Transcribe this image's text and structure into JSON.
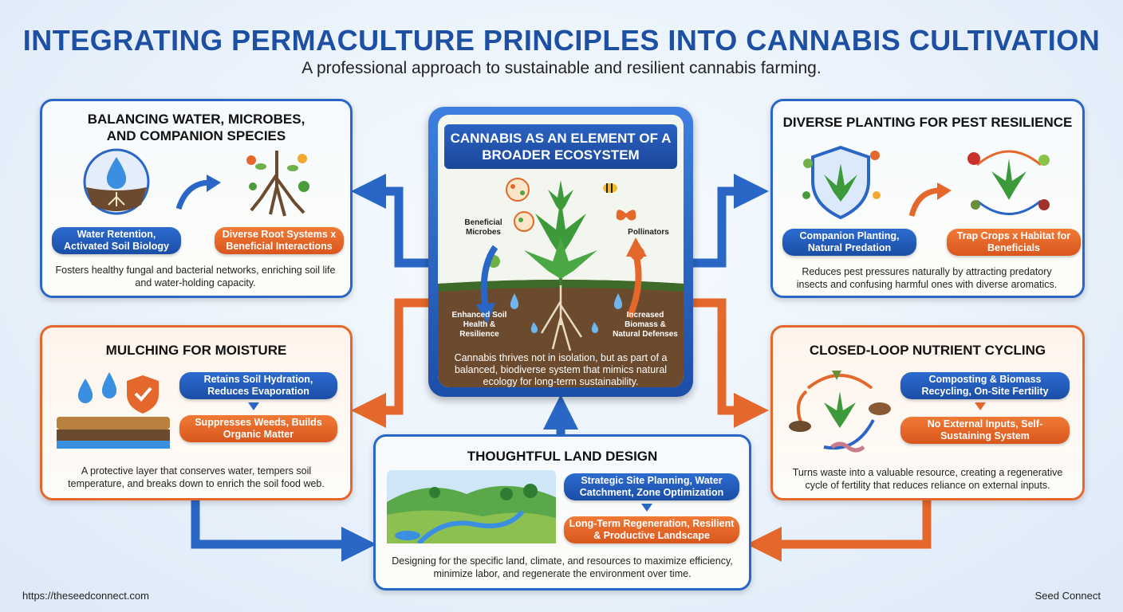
{
  "title": "INTEGRATING PERMACULTURE PRINCIPLES INTO CANNABIS CULTIVATION",
  "subtitle": "A professional approach to sustainable and resilient cannabis farming.",
  "center": {
    "title": "CANNABIS AS AN ELEMENT OF A BROADER ECOSYSTEM",
    "labels": {
      "microbes": "Beneficial Microbes",
      "pollinators": "Pollinators",
      "soil_health": "Enhanced Soil Health & Resilience",
      "biomass": "Increased Biomass & Natural Defenses"
    },
    "description": "Cannabis thrives not in isolation, but as part of a balanced, biodiverse system that mimics natural ecology for long-term sustainability."
  },
  "cards": {
    "water": {
      "title": "BALANCING WATER, MICROBES, AND COMPANION SPECIES",
      "pill1": "Water Retention, Activated Soil Biology",
      "pill2": "Diverse Root Systems x Beneficial Interactions",
      "description": "Fosters healthy fungal and bacterial networks, enriching soil life and water-holding capacity."
    },
    "pest": {
      "title": "DIVERSE PLANTING FOR PEST RESILIENCE",
      "pill1": "Companion Planting, Natural Predation",
      "pill2": "Trap Crops x Habitat for Beneficials",
      "description": "Reduces pest pressures naturally by attracting predatory insects and confusing harmful ones with diverse aromatics."
    },
    "mulch": {
      "title": "MULCHING FOR MOISTURE",
      "pill1": "Retains Soil Hydration, Reduces Evaporation",
      "pill2": "Suppresses Weeds, Builds Organic Matter",
      "description": "A protective layer that conserves water, tempers soil temperature, and breaks down to enrich the soil food web."
    },
    "nutrient": {
      "title": "CLOSED-LOOP NUTRIENT CYCLING",
      "pill1": "Composting & Biomass Recycling, On-Site Fertility",
      "pill2": "No External Inputs, Self-Sustaining System",
      "description": "Turns waste into a valuable resource, creating a regenerative cycle of fertility that reduces reliance on external inputs."
    },
    "land": {
      "title": "THOUGHTFUL LAND DESIGN",
      "pill1": "Strategic Site Planning, Water Catchment, Zone Optimization",
      "pill2": "Long-Term Regeneration, Resilient & Productive Landscape",
      "description": "Designing for the specific land, climate, and resources to maximize efficiency, minimize labor, and regenerate the environment over time."
    }
  },
  "footer": {
    "url": "https://theseedconnect.com",
    "brand": "Seed Connect"
  },
  "colors": {
    "blue": "#2a66c5",
    "orange": "#e4682b",
    "title_blue": "#1d4fa3"
  },
  "icons": [
    "water-drop-icon",
    "roots-icon",
    "shield-leaf-icon",
    "insect-cycle-icon",
    "mulch-icon",
    "compost-cycle-icon",
    "landscape-icon",
    "cannabis-plant-icon",
    "bee-icon",
    "butterfly-icon",
    "microbe-icon"
  ]
}
